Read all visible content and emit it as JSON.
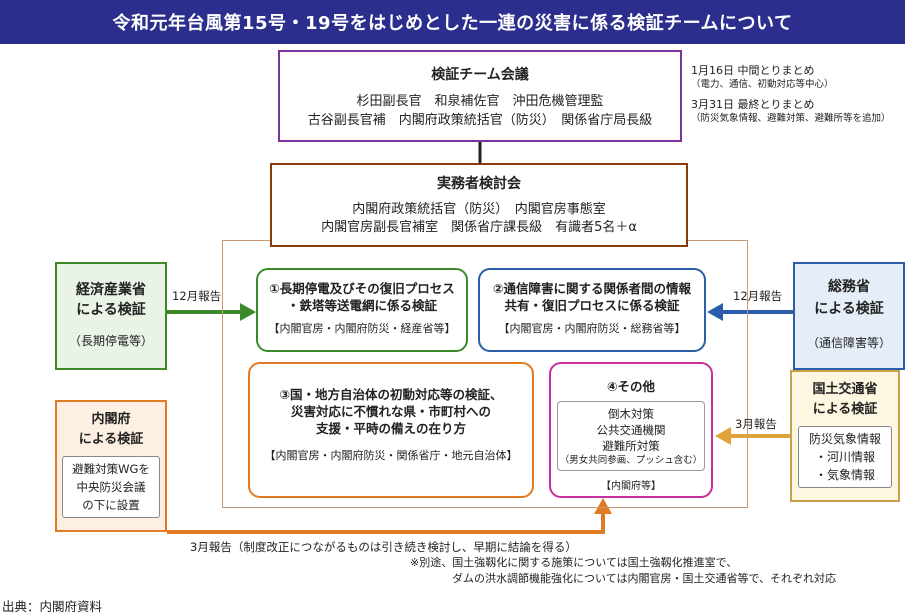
{
  "header": {
    "title": "令和元年台風第15号・19号をはじめとした一連の災害に係る検証チームについて"
  },
  "council": {
    "title": "検証チーム会議",
    "lines": [
      "杉田副長官　和泉補佐官　沖田危機管理監",
      "古谷副長官補　内閣府政策統括官（防災）　関係省庁局長級"
    ]
  },
  "schedule": {
    "item1": {
      "title": "1月16日 中間とりまとめ",
      "detail": "（電力、通信、初動対応等中心）"
    },
    "item2": {
      "title": "3月31日 最終とりまとめ",
      "detail": "（防災気象情報、避難対策、避難所等を追加）"
    }
  },
  "practitioners": {
    "title": "実務者検討会",
    "lines": [
      "内閣府政策統括官（防災）　内閣官房事態室",
      "内閣官房副長官補室　関係省庁課長級　有識者5名＋α"
    ]
  },
  "topics": {
    "t1": {
      "lines": [
        "①長期停電及びその復旧プロセス",
        "・鉄塔等送電網に係る検証"
      ],
      "owners": "【内閣官房・内閣府防災・経産省等】"
    },
    "t2": {
      "lines": [
        "②通信障害に関する関係者間の情報",
        "共有・復旧プロセスに係る検証"
      ],
      "owners": "【内閣官房・内閣府防災・総務省等】"
    },
    "t3": {
      "lines": [
        "③国・地方自治体の初動対応等の検証、",
        "災害対応に不慣れな県・市町村への",
        "支援・平時の備えの在り方"
      ],
      "owners": "【内閣官房・内閣府防災・関係省庁・地元自治体】"
    },
    "t4": {
      "title": "④その他",
      "items": [
        "倒木対策",
        "公共交通機関",
        "避難所対策"
      ],
      "note": "（男女共同参画、プッシュ含む）",
      "owners": "【内閣府等】"
    }
  },
  "side": {
    "meti": {
      "lines": [
        "経済産業省",
        "による検証"
      ],
      "sub": "（長期停電等）",
      "report": "12月報告"
    },
    "mic": {
      "lines": [
        "総務省",
        "による検証"
      ],
      "sub": "（通信障害等）",
      "report": "12月報告"
    },
    "cao": {
      "lines": [
        "内閣府",
        "による検証"
      ],
      "inner": [
        "避難対策WGを",
        "中央防災会議",
        "の下に設置"
      ],
      "report": "3月報告（制度改正につながるものは引き続き検討し、早期に結論を得る）"
    },
    "mlit": {
      "lines": [
        "国土交通省",
        "による検証"
      ],
      "inner": [
        "防災気象情報",
        "・河川情報",
        "・気象情報"
      ],
      "report": "3月報告"
    }
  },
  "footnote": {
    "lines": [
      "※別途、国土強靱化に関する施策については国土強靱化推進室で、",
      "ダムの洪水調節機能強化については内閣官房・国土交通省等で、それぞれ対応"
    ]
  },
  "source": "出典：内閣府資料",
  "colors": {
    "header": "#2b2e8c",
    "council": "#7b3399",
    "practitioners": "#8b3a0e",
    "meti": "#3a8a2a",
    "mic": "#2a5ea8",
    "cao": "#e07a23",
    "mlit": "#c9a14a",
    "other": "#c62f9c"
  }
}
